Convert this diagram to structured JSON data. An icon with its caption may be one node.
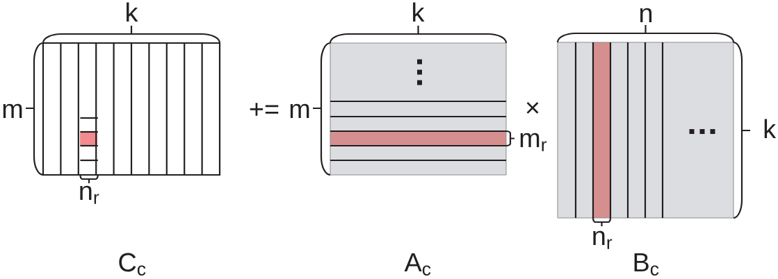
{
  "diagram": {
    "labels": [
      "k",
      "k",
      "n",
      "m",
      "+=",
      "m",
      "×",
      "m$_{r}$",
      "k",
      "n$_{r}$",
      "n$_{r}$",
      "C$_{c}$",
      "A$_{c}$",
      "B$_{c}$"
    ]
  }
}
